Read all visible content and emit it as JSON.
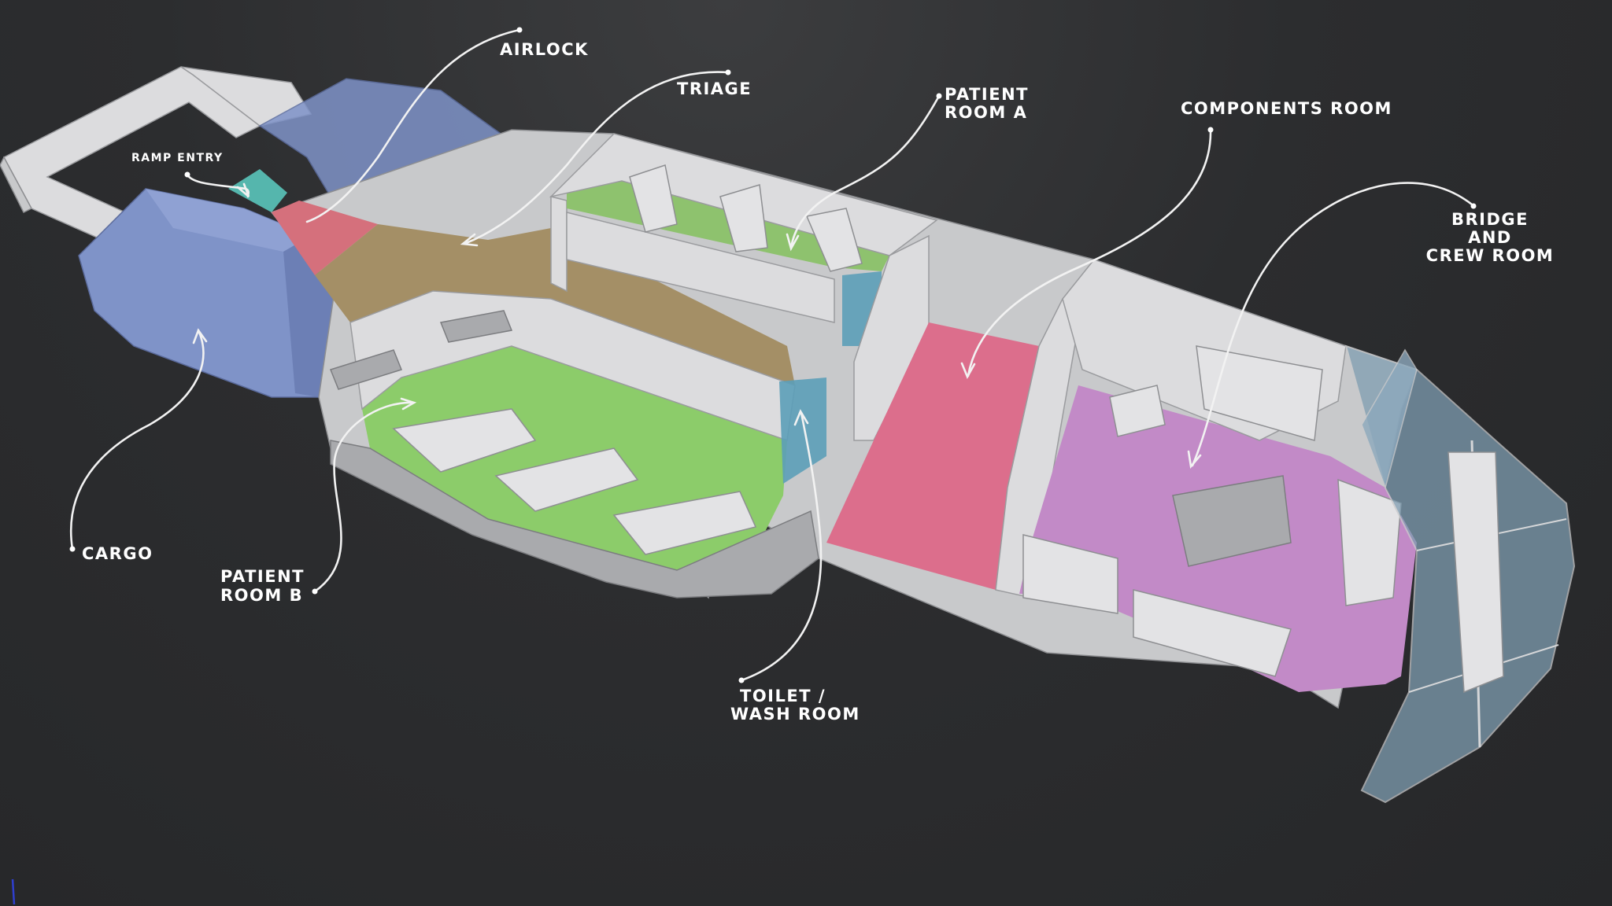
{
  "labels": {
    "airlock": "AIRLOCK",
    "triage": "TRIAGE",
    "patient_room_a_line1": "PATIENT",
    "patient_room_a_line2": "ROOM A",
    "components_room": "COMPONENTS ROOM",
    "bridge_line1": "BRIDGE",
    "bridge_line2": "AND",
    "bridge_line3": "CREW ROOM",
    "ramp_entry": "RAMP ENTRY",
    "cargo": "CARGO",
    "patient_room_b_line1": "PATIENT",
    "patient_room_b_line2": "ROOM B",
    "toilet_line1": "TOILET /",
    "toilet_line2": "WASH ROOM"
  },
  "zone_colors": {
    "cargo": "#7f93c8",
    "ramp_entry": "#55b6ad",
    "airlock": "#d5707c",
    "triage": "#a48f66",
    "patient_room_a": "#8ec26e",
    "patient_room_b": "#8ccc6a",
    "toilet": "#5c9fb8",
    "components_room": "#dc6e8c",
    "bridge": "#c28ac7",
    "cockpit_glass": "#7f9db1",
    "hull": "#c8c9cb",
    "background": "#2e2f31"
  }
}
